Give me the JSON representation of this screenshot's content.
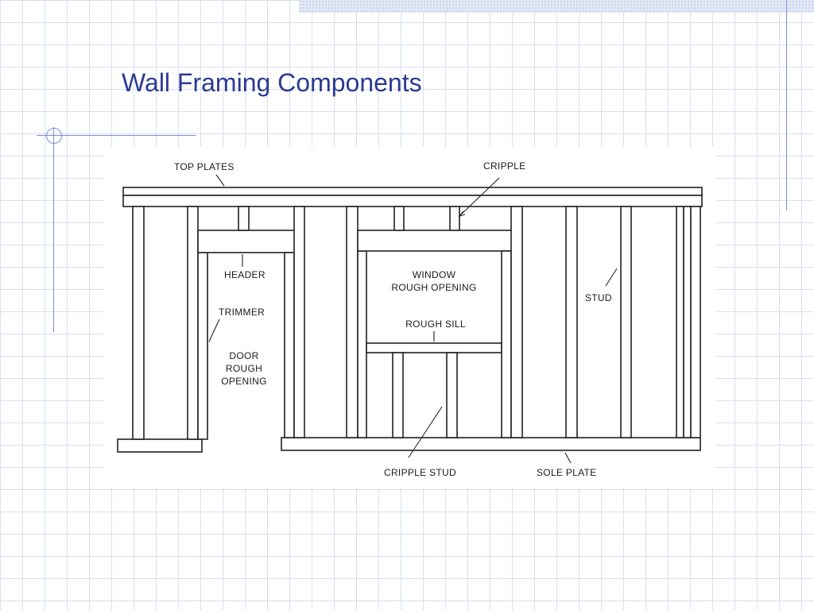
{
  "slide": {
    "title": "Wall Framing Components"
  },
  "diagram": {
    "labels": {
      "top_plates": "TOP PLATES",
      "cripple": "CRIPPLE",
      "header": "HEADER",
      "trimmer": "TRIMMER",
      "door_rough_opening": [
        "DOOR",
        "ROUGH",
        "OPENING"
      ],
      "window_rough_opening": [
        "WINDOW",
        "ROUGH OPENING"
      ],
      "rough_sill": "ROUGH SILL",
      "stud": "STUD",
      "cripple_stud": "CRIPPLE STUD",
      "sole_plate": "SOLE PLATE"
    }
  }
}
